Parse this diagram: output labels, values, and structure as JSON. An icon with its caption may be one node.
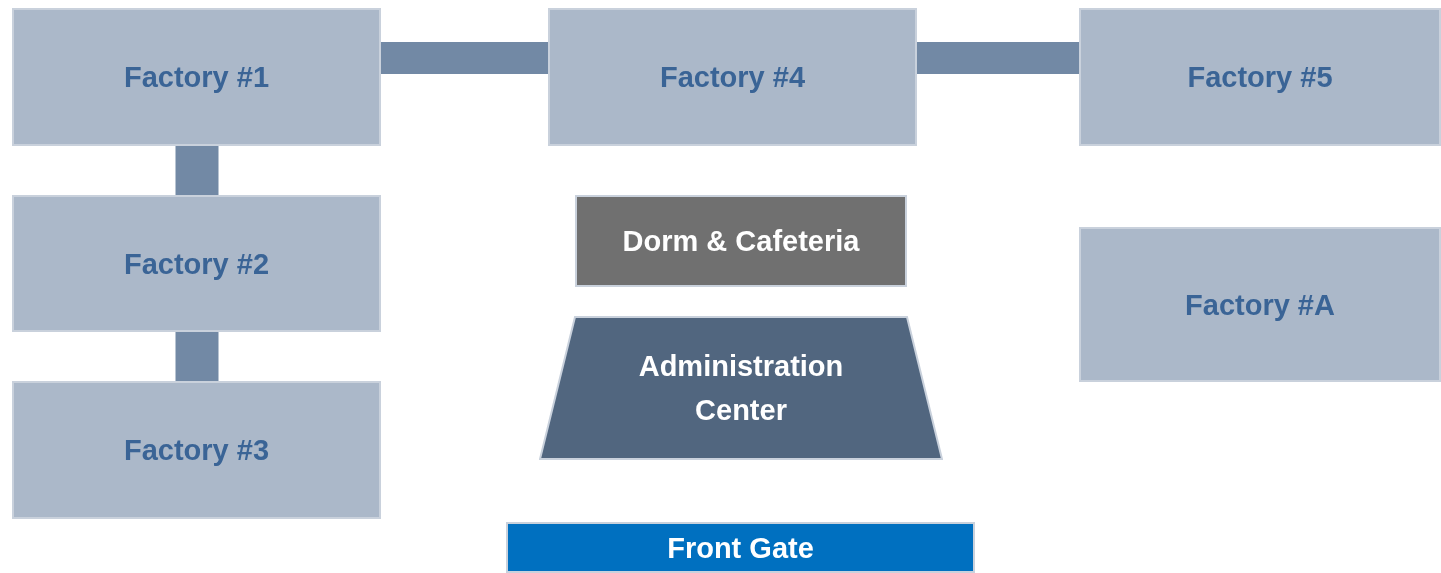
{
  "diagram": {
    "nodes": [
      {
        "text": [
          "Factory #1"
        ]
      },
      {
        "text": [
          "Factory #4"
        ]
      },
      {
        "text": [
          "Factory #5"
        ]
      },
      {
        "text": [
          "Factory #2"
        ]
      },
      {
        "text": [
          "Dorm & Cafeteria"
        ]
      },
      {
        "text": [
          "Factory #A"
        ]
      },
      {
        "text": [
          "Administration Center"
        ]
      },
      {
        "text": [
          "Factory #3"
        ]
      },
      {
        "text": [
          "Front Gate"
        ]
      }
    ],
    "edges": [
      {
        "from": 0,
        "to": 1,
        "arrow": "none"
      },
      {
        "from": 1,
        "to": 2,
        "arrow": "none"
      },
      {
        "from": 0,
        "to": 3,
        "arrow": "none"
      },
      {
        "from": 3,
        "to": 7,
        "arrow": "none"
      }
    ]
  }
}
